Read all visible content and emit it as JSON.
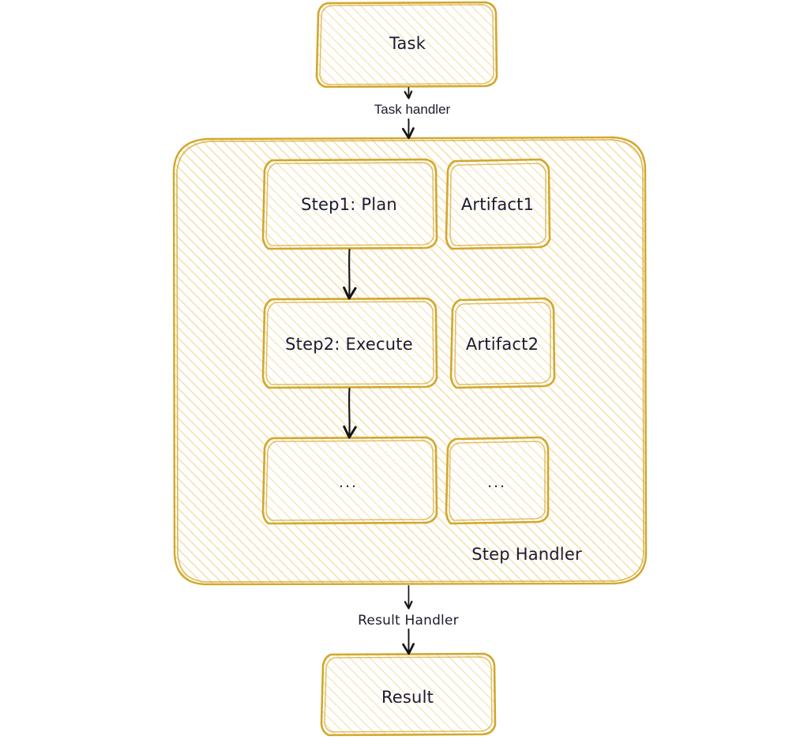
{
  "diagram": {
    "type": "flowchart",
    "style": "hand-drawn-sketch",
    "colors": {
      "stroke": "#d2a72b",
      "hatch": "#f6e2b3",
      "arrow": "#1a1a1a",
      "text": "#1b1b2f",
      "background": "#ffffff"
    },
    "nodes": [
      {
        "id": "task",
        "label": "Task"
      },
      {
        "id": "step1",
        "label": "Step1: Plan"
      },
      {
        "id": "artifact1",
        "label": "Artifact1"
      },
      {
        "id": "step2",
        "label": "Step2: Execute"
      },
      {
        "id": "artifact2",
        "label": "Artifact2"
      },
      {
        "id": "step3",
        "label": "..."
      },
      {
        "id": "artifact3",
        "label": "..."
      },
      {
        "id": "result",
        "label": "Result"
      }
    ],
    "groups": [
      {
        "id": "step-handler",
        "label": "Step Handler"
      }
    ],
    "edges": [
      {
        "id": "task-to-group",
        "label": "Task handler",
        "from": "task",
        "to": "step-handler",
        "direction": "both"
      },
      {
        "id": "step1-to-step2",
        "label": "",
        "from": "step1",
        "to": "step2",
        "direction": "down"
      },
      {
        "id": "step2-to-step3",
        "label": "",
        "from": "step2",
        "to": "step3",
        "direction": "down"
      },
      {
        "id": "group-to-result",
        "label": "Result Handler",
        "from": "step-handler",
        "to": "result",
        "direction": "both"
      }
    ]
  }
}
